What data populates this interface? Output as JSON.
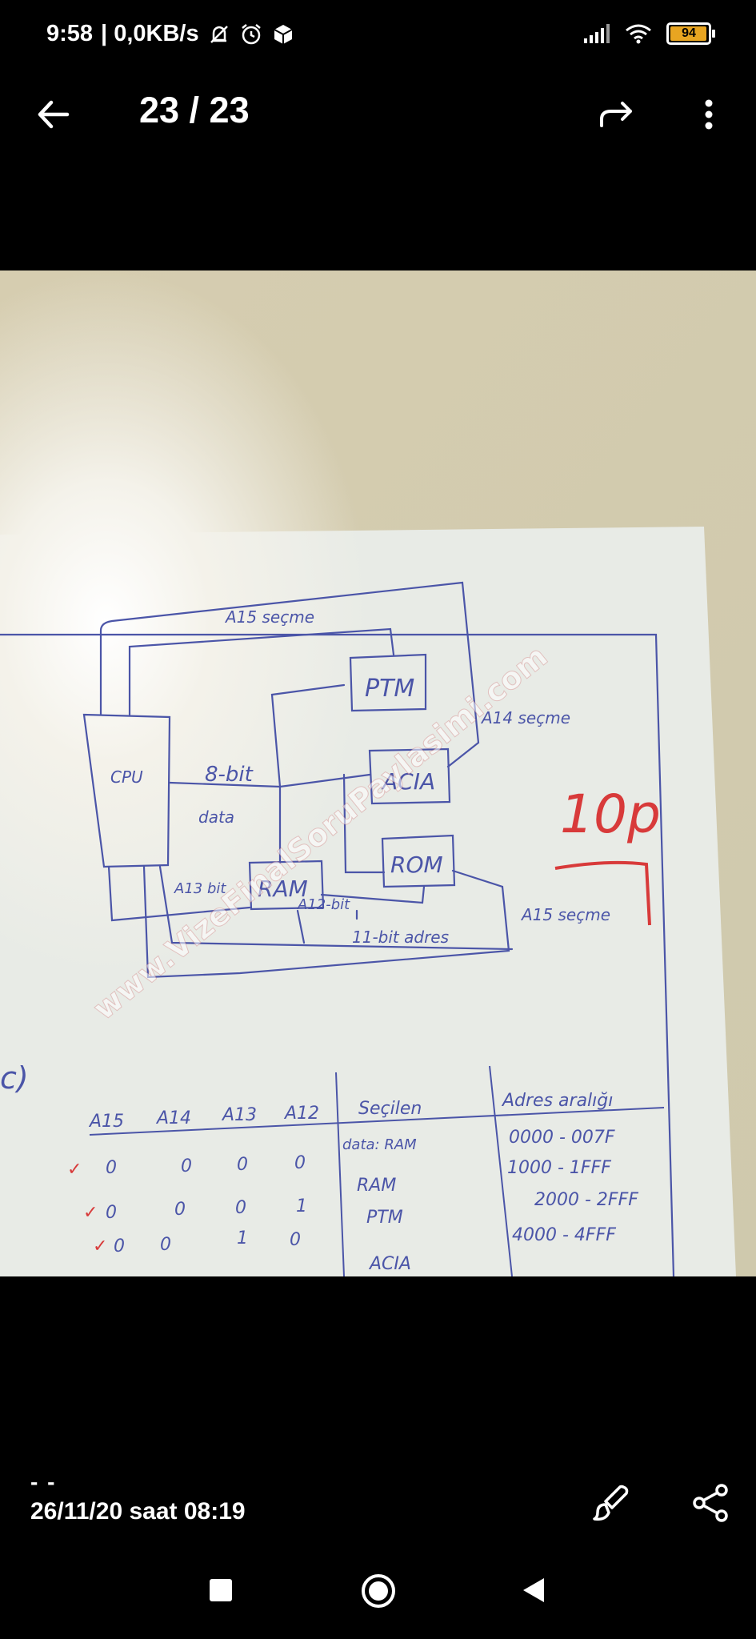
{
  "status": {
    "time": "9:58",
    "network_speed": "| 0,0KB/s",
    "battery_level": "94",
    "icons": [
      "muted-bell-icon",
      "alarm-icon",
      "box-icon",
      "signal-icon",
      "wifi-icon",
      "battery-icon"
    ]
  },
  "toolbar": {
    "page_counter": "23 / 23",
    "icons": [
      "back-arrow-icon",
      "forward-share-icon",
      "more-vert-icon"
    ]
  },
  "photo": {
    "watermark": "www.VizeFinalSoruPaylasimi.com",
    "handwritten": {
      "cpu": "CPU",
      "ptm": "PTM",
      "acia": "ACIA",
      "ram": "RAM",
      "rom": "ROM",
      "a15_top": "A15 seçme",
      "a14_right": "A14 seçme",
      "bit8": "8-bit",
      "data": "data",
      "a13_left": "A13 bit",
      "a12_bit": "A12-bit",
      "bit11": "11-bit adres",
      "a15_right": "A15 seçme",
      "score": "10p",
      "part_c": "c)",
      "table_header": [
        "A15",
        "A14",
        "A13",
        "A12",
        "Seçilen",
        "Adres aralığı"
      ],
      "table_rows": [
        {
          "check": "✓",
          "bits": [
            "0",
            "0",
            "0",
            "0"
          ],
          "selected": "data: RAM",
          "range": "0000 - 007F"
        },
        {
          "check": "✓",
          "bits": [
            "0",
            "0",
            "0",
            "1"
          ],
          "selected": "RAM",
          "range": "1000 - 1FFF"
        },
        {
          "check": "✓",
          "bits": [
            "0",
            "0",
            "1",
            "0"
          ],
          "selected": "PTM",
          "range": "2000 - 2FFF"
        },
        {
          "check": "",
          "bits": [
            "",
            "",
            "",
            ""
          ],
          "selected": "ACIA",
          "range": "4000 - 4FFF"
        }
      ]
    }
  },
  "footer": {
    "dashes": "- -",
    "datetime": "26/11/20 saat 08:19",
    "icons": [
      "edit-brush-icon",
      "share-icon"
    ]
  },
  "navbar": {
    "icons": [
      "recent-apps-icon",
      "home-icon",
      "nav-back-icon"
    ]
  },
  "colors": {
    "background": "#000000",
    "paper": "#e8ebe6",
    "ink": "#4b55a8",
    "red_ink": "#d83a3a",
    "battery": "#e8a521"
  }
}
